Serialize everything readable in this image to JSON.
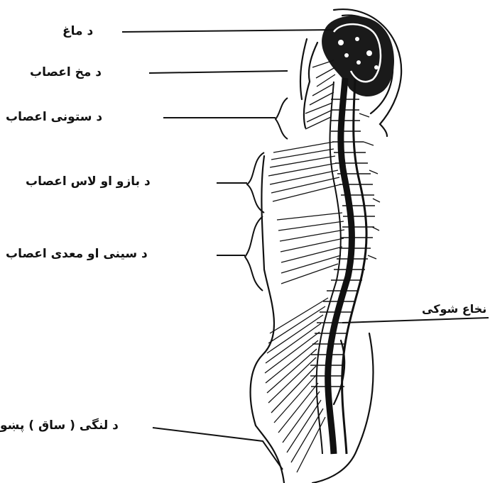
{
  "labels": {
    "brain": "د ماغ",
    "brain_nerves": "د مخ اعصاب",
    "neck_nerves": "د ستونی اعصاب",
    "arm_nerves": "د بازو او لاس اعصاب",
    "chest_abdomen_nerves": "د سینی او معدی اعصاب",
    "spinal_cord": "نخاع شوکی",
    "leg_nerves": "د لنگی ( ساق ) پښو"
  },
  "colors": {
    "ink": "#111111",
    "paper": "#ffffff"
  }
}
